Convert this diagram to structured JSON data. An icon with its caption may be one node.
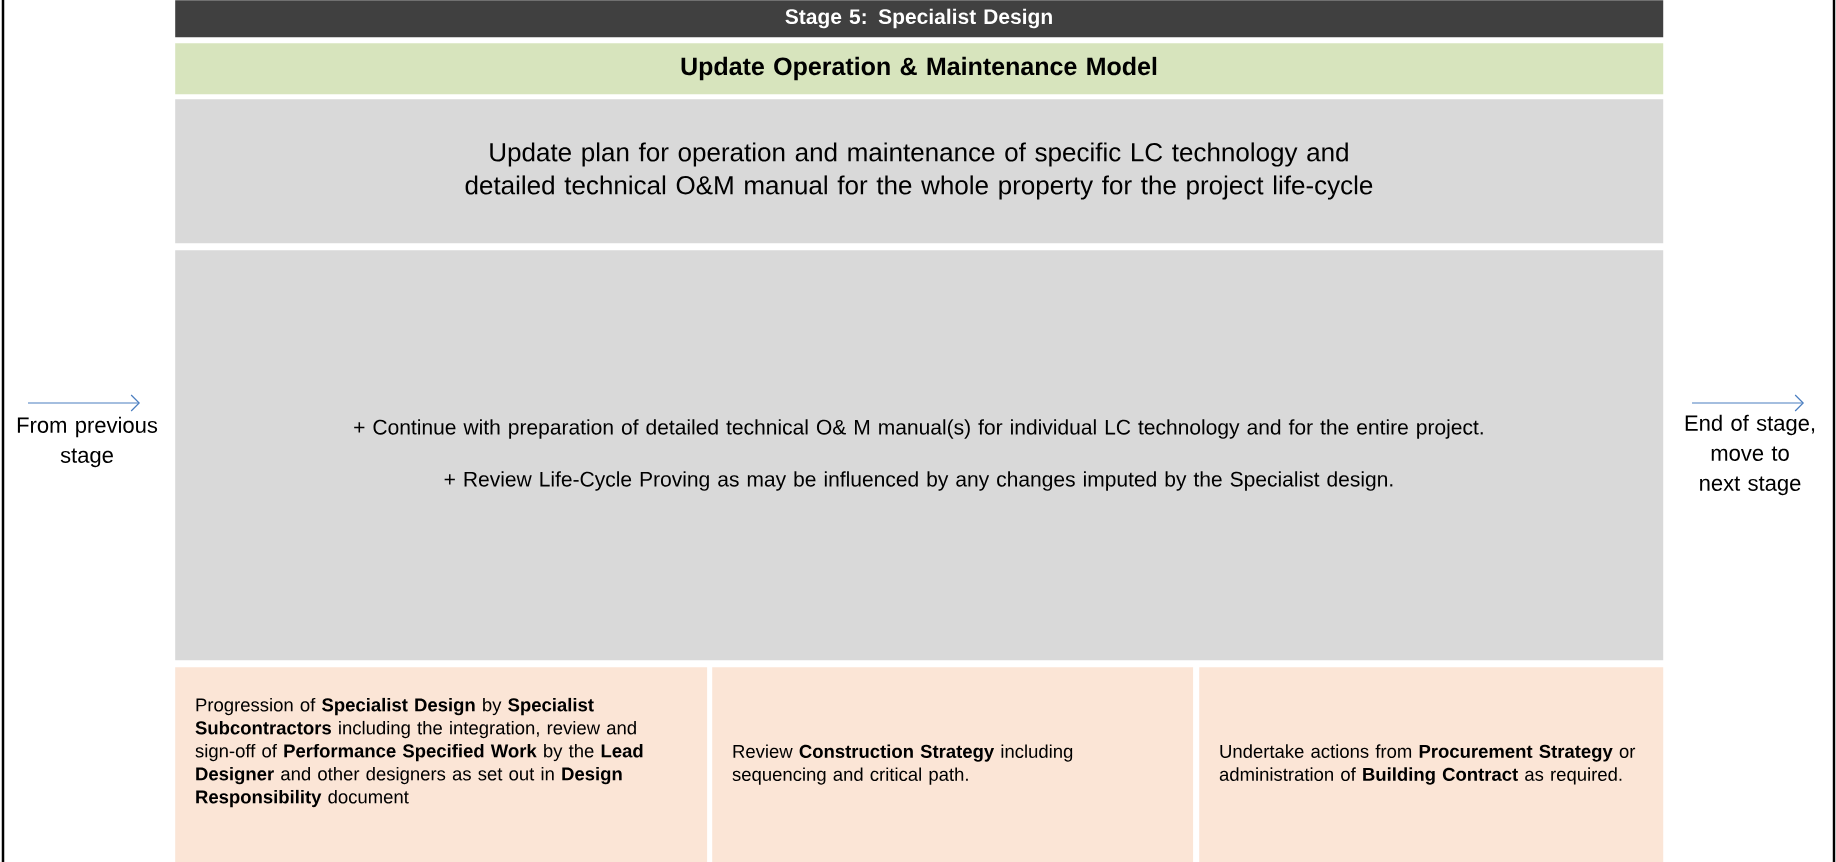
{
  "diagram": {
    "nodes": [
      {
        "text": [
          "Stage 5: Specialist Design"
        ]
      },
      {
        "text": [
          "Update Operation & Maintenance Model"
        ]
      },
      {
        "text": [
          "Update plan for operation and maintenance of specific LC technology and detailed technical O&M manual for the whole property for the project life-cycle"
        ]
      },
      {
        "text": [
          "+ Continue with preparation of detailed technical O& M manual(s) for individual LC technology and for the entire project.",
          "+ Review Life-Cycle Proving as may be influenced by any changes imputed by the Specialist design."
        ]
      },
      {
        "text": [
          "Progression of **Specialist Design** by **Specialist Subcontractors** including the integration, review and sign-off of **Performance Specified Work** by the **Lead Designer** and other designers as set out in **Design Responsibility** document"
        ]
      },
      {
        "text": [
          "Review **Construction Strategy** including sequencing and critical path."
        ]
      },
      {
        "text": [
          "Undertake actions from **Procurement Strategy** or administration of **Building Contract** as required."
        ]
      }
    ],
    "labels": [
      "From previous stage",
      "End of stage, move to next stage"
    ]
  }
}
